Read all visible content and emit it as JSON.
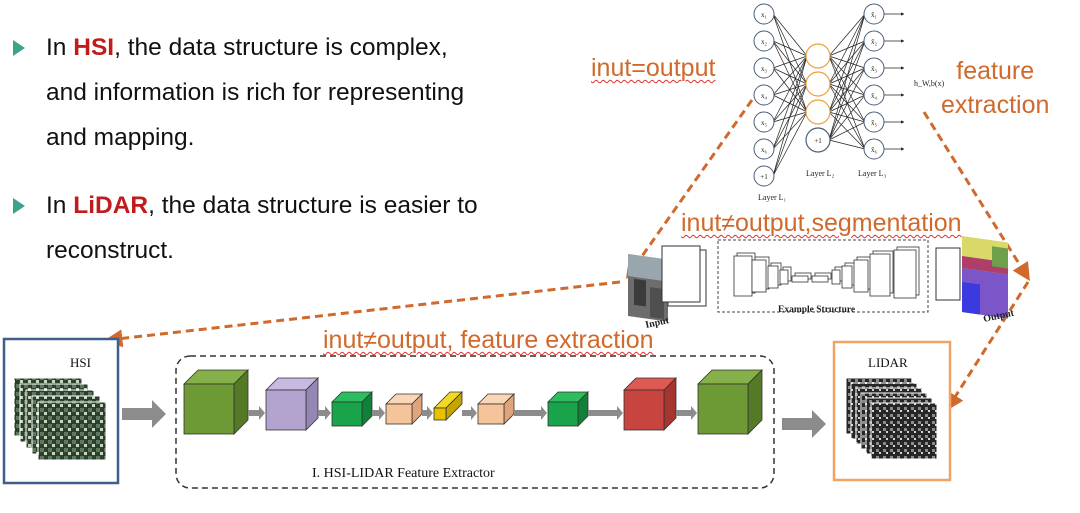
{
  "bullets": [
    {
      "prefix": "In ",
      "highlight": "HSI",
      "rest": ", the data structure is complex,",
      "lines": [
        "and information is rich for representing",
        "and mapping."
      ]
    },
    {
      "prefix": "In ",
      "highlight": "LiDAR",
      "rest": ", the data structure is easier to",
      "lines": [
        "reconstruct."
      ]
    }
  ],
  "annotations": {
    "autoencoder": "inut=output",
    "feature_extraction_top": "feature\nextraction",
    "segmentation": "inut≠output,segmentation",
    "feature_extraction_mid": "inut≠output, feature extraction"
  },
  "autoencoder": {
    "inputs": [
      "x₁",
      "x₂",
      "x₃",
      "x₄",
      "x₅",
      "x₆",
      "+1"
    ],
    "hidden_bias": "+1",
    "outputs": [
      "x̂₁",
      "x̂₂",
      "x̂₃",
      "x̂₄",
      "x̂₅",
      "x̂₆"
    ],
    "layer_labels": [
      "Layer L₁",
      "Layer L₂",
      "Layer L₃"
    ],
    "output_fn": "h_W,b(x)"
  },
  "segnet": {
    "input_label": "Input",
    "structure_label": "Example Structure",
    "output_label": "Output"
  },
  "extractor": {
    "hsi_label": "HSI",
    "lidar_label": "LIDAR",
    "caption": "I. HSI-LIDAR Feature Extractor"
  },
  "colors": {
    "accent_orange": "#d0692b",
    "highlight_red": "#c01c1c",
    "bullet_teal": "#3aa389",
    "hsi_frame": "#3d5f8a",
    "lidar_frame": "#f0a362"
  }
}
